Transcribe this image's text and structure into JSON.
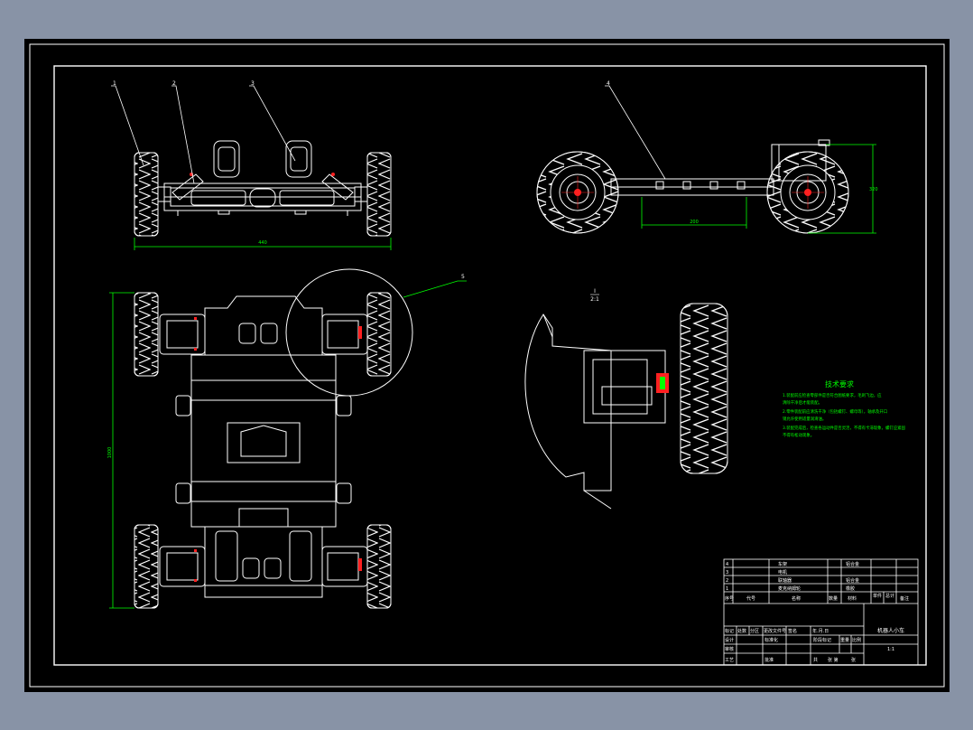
{
  "app": {
    "background_color": "#8893a6",
    "canvas_color": "#000000",
    "line_color": "#ffffff",
    "annotation_color": "#00ff00",
    "highlight_color": "#ff2020"
  },
  "views": {
    "front": {
      "balloons": [
        "1",
        "2",
        "3"
      ],
      "dim_width": "440"
    },
    "side": {
      "balloons": [
        "4"
      ],
      "dim_height": "320",
      "dim_base": "200"
    },
    "top": {
      "balloon": "5",
      "dim_length": "1000"
    },
    "detail": {
      "label": "I",
      "scale": "2:1"
    }
  },
  "tech_requirements": {
    "title": "技术要求",
    "lines": [
      "1.装配前应检查零部件是否符合图纸要求，毛刺飞边，应",
      "清除干净后才能装配。",
      "2.零件装配前应清洗干净（包括螺钉、螺母等），轴承及开口",
      "销允许使用适量润滑油。",
      "3.装配完成后，检查各运动件是否灵活，不得有卡滞现象，螺钉应紧固",
      "不得有松动现象。"
    ]
  },
  "title_block": {
    "drawing_title": "机器人小车",
    "scale_value": "1:1",
    "parts": [
      {
        "no": "4",
        "name": "车架",
        "material": "铝合金"
      },
      {
        "no": "3",
        "name": "电机",
        "material": ""
      },
      {
        "no": "2",
        "name": "联轴器",
        "material": "铝合金"
      },
      {
        "no": "1",
        "name": "麦克纳姆轮",
        "material": "橡胶"
      }
    ],
    "header": {
      "no": "序号",
      "code": "代号",
      "name": "名称",
      "qty": "数量",
      "material": "材料",
      "weight_single": "单件",
      "weight_total": "总计",
      "remark": "备注"
    },
    "approval": {
      "mark": "标记",
      "count": "处数",
      "zone": "分区",
      "change_doc": "更改文件号",
      "sign": "签名",
      "date": "年.月.日",
      "designer": "设计",
      "standard": "标准化",
      "reviewer": "审核",
      "craft": "工艺",
      "approve": "批准",
      "stage_mark": "阶段标记",
      "weight": "重量",
      "scale": "比例",
      "sheet_total": "共",
      "sheet_no": "张  第",
      "sheet_unit": "张"
    }
  }
}
